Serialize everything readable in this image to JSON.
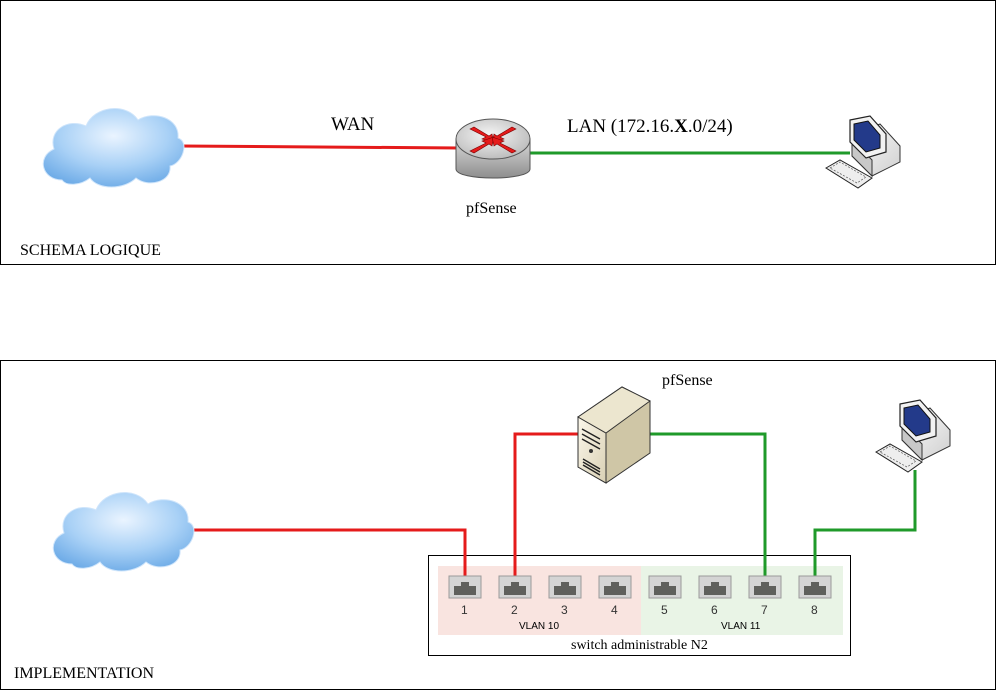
{
  "logical": {
    "title": "SCHEMA LOGIQUE",
    "wan_label": "WAN",
    "lan_label_prefix": "LAN (172.16.",
    "lan_label_bold": "X",
    "lan_label_suffix": ".0/24)",
    "router_label": "pfSense"
  },
  "implementation": {
    "title": "IMPLEMENTATION",
    "server_label": "pfSense",
    "switch_label": "switch administrable N2",
    "vlans": [
      {
        "label": "VLAN 10",
        "color": "#f9e4e0"
      },
      {
        "label": "VLAN 11",
        "color": "#e9f4e6"
      }
    ],
    "ports": [
      "1",
      "2",
      "3",
      "4",
      "5",
      "6",
      "7",
      "8"
    ]
  },
  "colors": {
    "wan_link": "#e51b1b",
    "lan_link": "#1f9a2a"
  }
}
